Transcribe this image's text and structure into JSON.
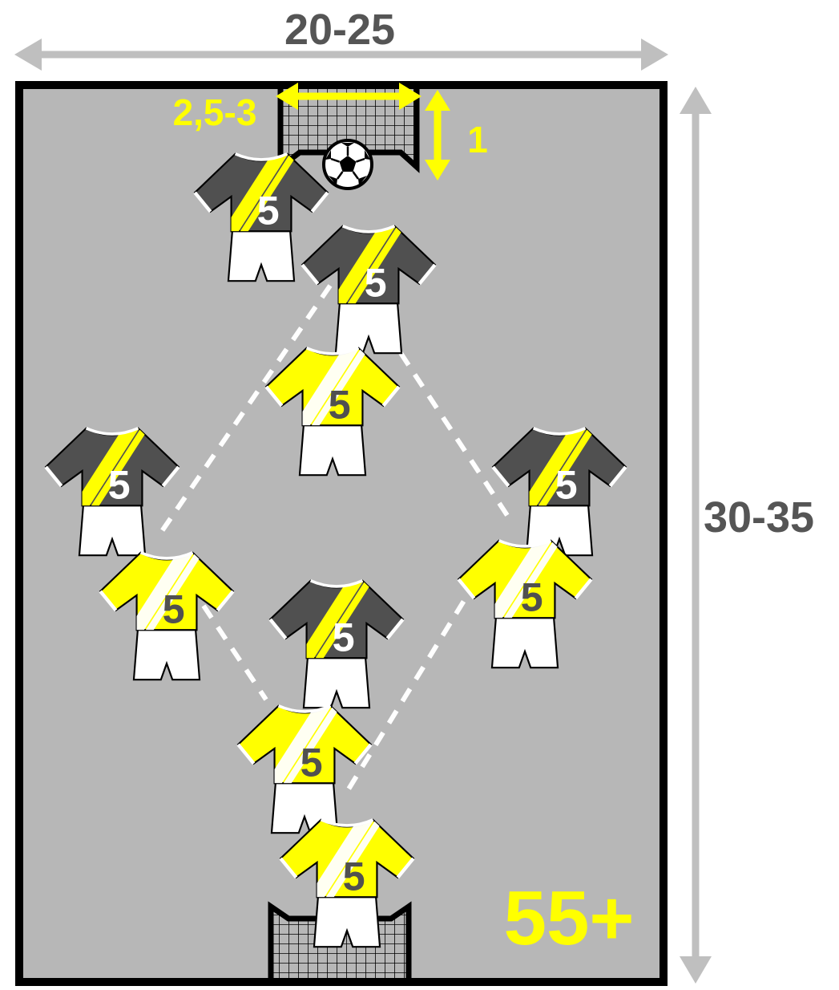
{
  "dimensions": {
    "field_width": "20-25",
    "field_length": "30-35",
    "goal_width": "2,5-3",
    "goal_height": "1"
  },
  "age_category": "55+",
  "colors": {
    "pitch": "#b7b7b7",
    "outline": "#000000",
    "dimension_gray": "#bfbfbf",
    "dimension_text": "#555555",
    "accent_yellow": "#ffff00",
    "dark_shirt": "#505050",
    "shorts": "#ffffff",
    "pass_line": "#ffffff"
  },
  "players": {
    "opponents": [
      {
        "number": "5",
        "kit": "dark"
      },
      {
        "number": "5",
        "kit": "dark"
      },
      {
        "number": "5",
        "kit": "dark"
      },
      {
        "number": "5",
        "kit": "dark"
      },
      {
        "number": "5",
        "kit": "dark"
      }
    ],
    "team": [
      {
        "number": "5",
        "kit": "yellow"
      },
      {
        "number": "5",
        "kit": "yellow"
      },
      {
        "number": "5",
        "kit": "yellow"
      },
      {
        "number": "5",
        "kit": "yellow"
      },
      {
        "number": "5",
        "kit": "yellow"
      }
    ]
  },
  "icons": [
    "soccer-ball-icon",
    "goal-icon",
    "jersey-icon",
    "dimension-arrow-icon"
  ]
}
